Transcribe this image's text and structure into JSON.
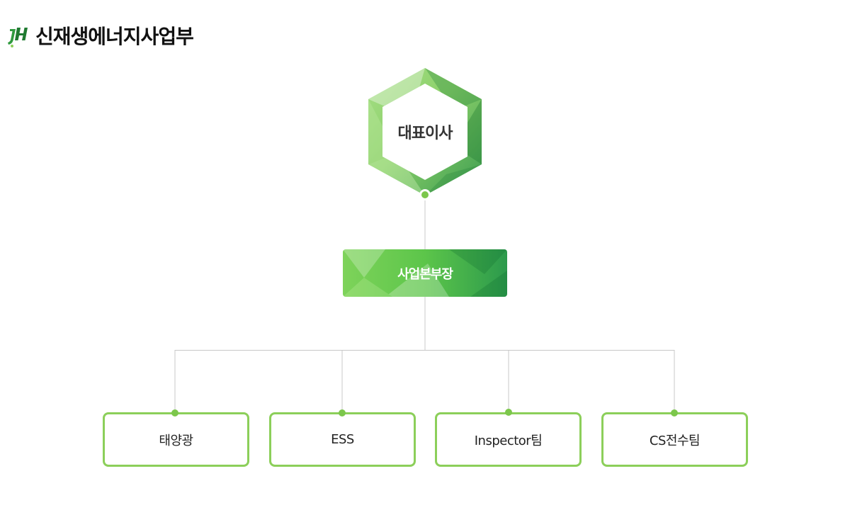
{
  "header": {
    "logo_icon": "hs-logo-icon",
    "title": "신재생에너지사업부"
  },
  "chart": {
    "ceo": "대표이사",
    "manager": "사업본부장",
    "teams": [
      {
        "label": "태양광"
      },
      {
        "label": "ESS"
      },
      {
        "label": "Inspector팀"
      },
      {
        "label": "CS전수팀"
      }
    ]
  },
  "colors": {
    "accent_green": "#7cc74c",
    "border_green": "#8ccf5a",
    "dark_green": "#2e9a4a",
    "connector_gray": "#c8c8c8"
  }
}
